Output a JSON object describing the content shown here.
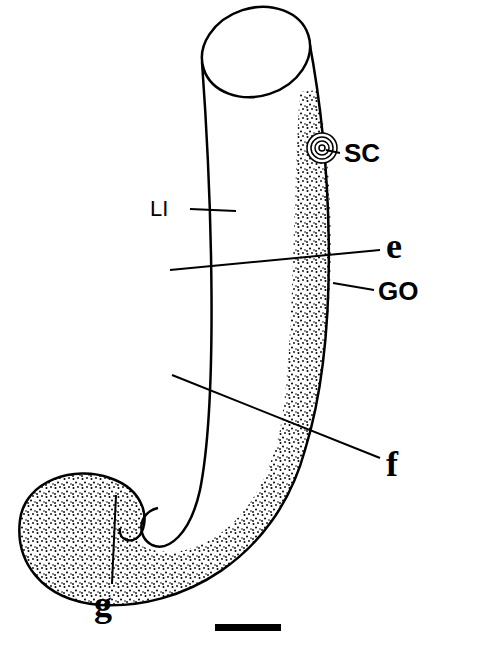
{
  "diagram": {
    "labels": [
      "SC",
      "LI",
      "e",
      "GO",
      "f",
      "g"
    ]
  }
}
